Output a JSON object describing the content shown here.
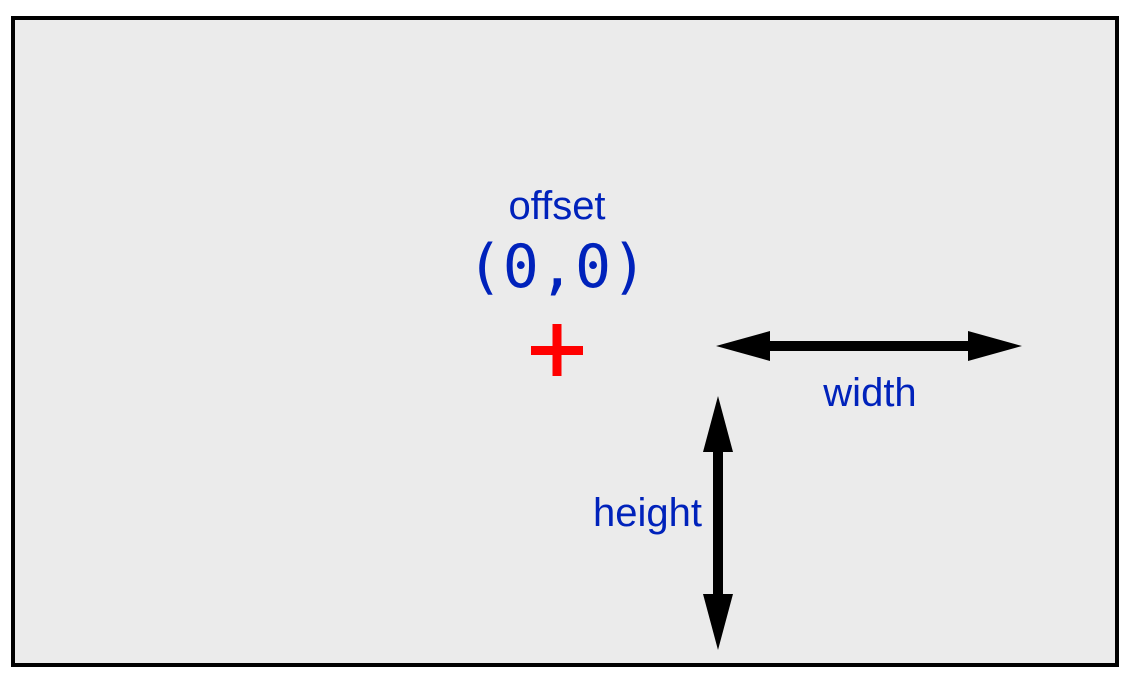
{
  "diagram": {
    "offset_label": "offset",
    "coordinate_label": "(0,0)",
    "width_label": "width",
    "height_label": "height"
  },
  "colors": {
    "background": "#ebebeb",
    "border": "#000000",
    "label_blue": "#0022bb",
    "origin_marker": "#ff0000",
    "arrow": "#000000"
  },
  "icons": {
    "origin_marker": "plus-icon",
    "width_arrow": "double-headed-horizontal-arrow-icon",
    "height_arrow": "double-headed-vertical-arrow-icon"
  }
}
